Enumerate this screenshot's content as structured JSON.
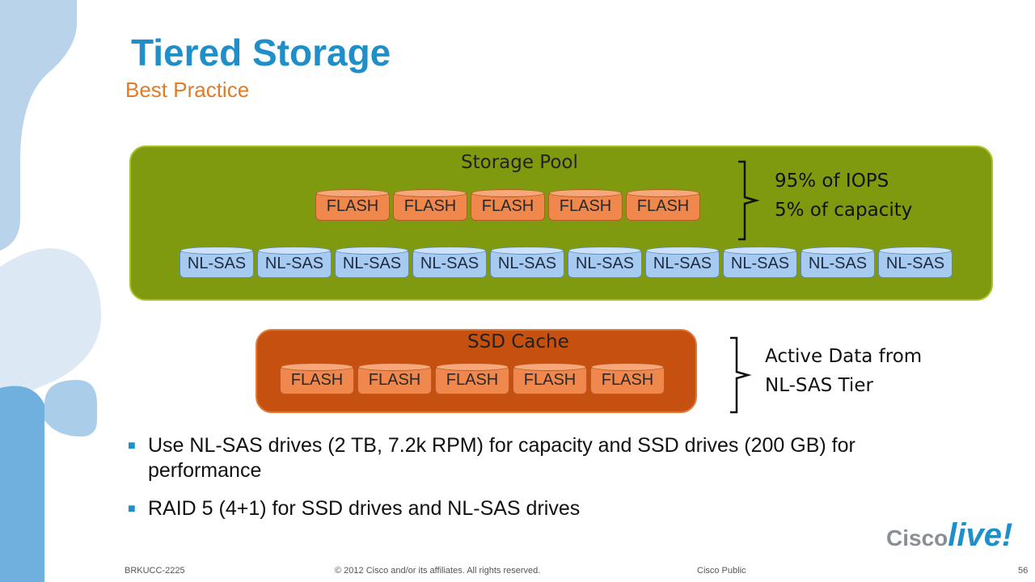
{
  "title": "Tiered Storage",
  "subtitle": "Best Practice",
  "storage_pool": {
    "title": "Storage Pool",
    "flash_label": "FLASH",
    "flash_count": 5,
    "nlsas_label": "NL-SAS",
    "nlsas_count": 10,
    "annotation_line1": "95% of IOPS",
    "annotation_line2": "5% of capacity"
  },
  "ssd_cache": {
    "title": "SSD Cache",
    "flash_label": "FLASH",
    "flash_count": 5,
    "annotation_line1": "Active Data from",
    "annotation_line2": "NL-SAS Tier"
  },
  "bullets": [
    "Use NL-SAS drives (2 TB, 7.2k RPM) for capacity and SSD drives (200 GB) for performance",
    "RAID 5 (4+1) for SSD drives and NL-SAS drives"
  ],
  "footer": {
    "code": "BRKUCC-2225",
    "copyright": "© 2012 Cisco and/or its affiliates. All rights reserved.",
    "classification": "Cisco Public",
    "page": "56"
  },
  "logo": {
    "brand": "Cisco",
    "event": "live!"
  },
  "colors": {
    "title": "#1f8fc9",
    "subtitle": "#e07b2a",
    "pool_bg": "#7f9a0e",
    "cache_bg": "#c5500f",
    "flash": "#f0874d",
    "nlsas": "#a7cbf0"
  }
}
